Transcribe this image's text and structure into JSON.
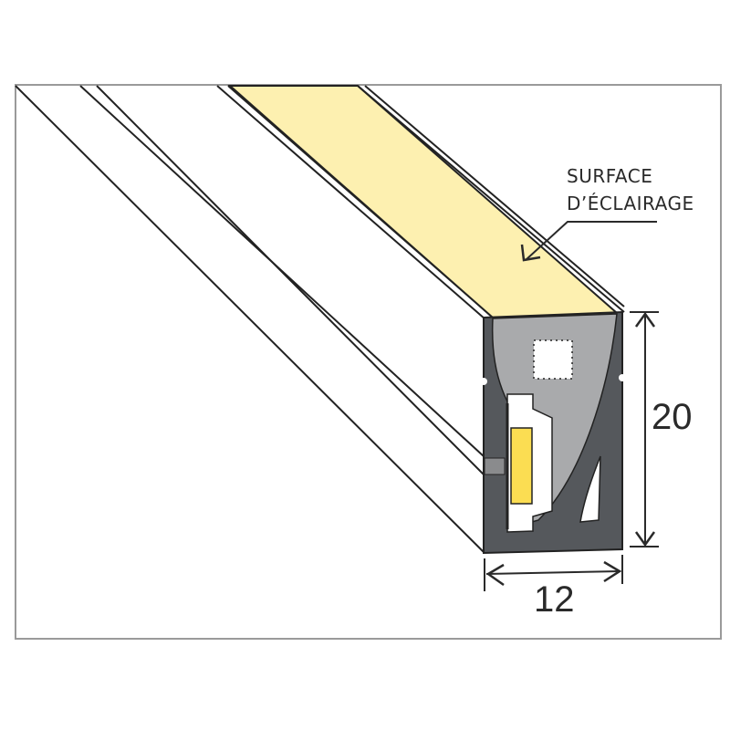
{
  "diagram": {
    "type": "technical-drawing",
    "subject": "LED neon flex profile cross-section",
    "annotation": {
      "line1": "SURFACE",
      "line2": "D’ÉCLAIRAGE"
    },
    "dimensions": {
      "height": "20",
      "width": "12"
    },
    "colors": {
      "frame": "#9a9a9a",
      "outline": "#222222",
      "light_surface": "#fdf0b0",
      "body_dark": "#55585c",
      "diffuser_grey": "#a9aaac",
      "led_chip": "#fbdd52",
      "slot_grey": "#8a8b8d"
    }
  }
}
